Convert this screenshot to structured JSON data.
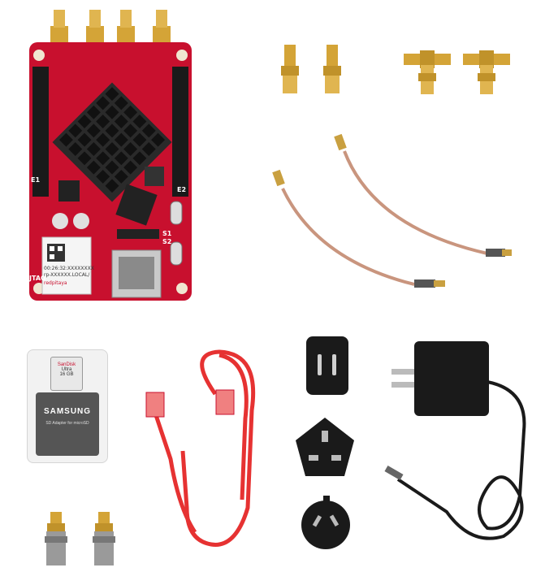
{
  "board": {
    "labels": {
      "e1": "E1",
      "e2": "E2",
      "s1": "S1",
      "s2": "S2",
      "jtag": "JTAG",
      "mac": "00:26:32:XXXXXXXX",
      "host": "rp-XXXXXX.LOCAL/",
      "brand": "redpitaya"
    }
  },
  "sd_card": {
    "brand": "SAMSUNG",
    "adapter_text": "SD Adapter for microSD",
    "card_brand": "SanDisk",
    "card_line": "Ultra",
    "card_capacity": "16 GB"
  },
  "colors": {
    "pcb": "#c8102e",
    "gold": "#d4a437",
    "cable_red": "#e63232",
    "coax": "#c9957e",
    "black": "#1a1a1a"
  },
  "icons": [
    "sma-connector",
    "sma-tee-adapter",
    "coax-cable",
    "ethernet-cable",
    "power-adapter",
    "plug-eu",
    "plug-uk",
    "plug-au",
    "sma-bnc-adapter"
  ]
}
